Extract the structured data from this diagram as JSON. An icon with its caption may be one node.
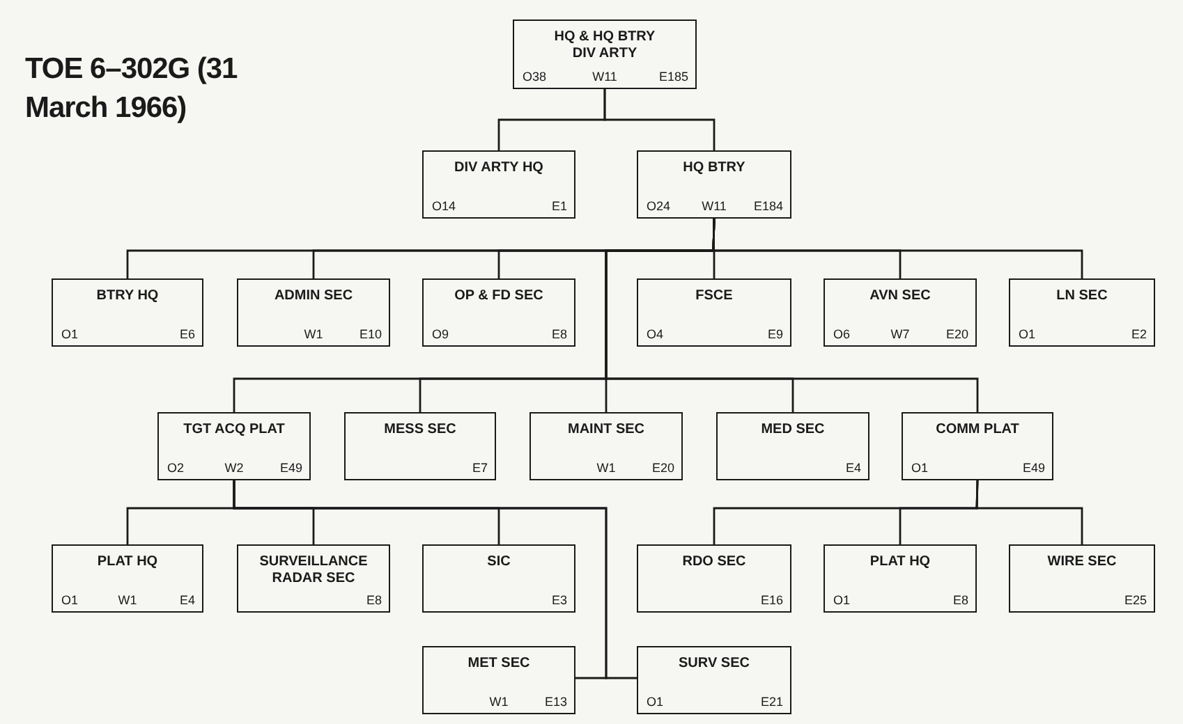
{
  "diagram": {
    "title": "TOE 6–302G (31 March 1966)",
    "nodes": [
      {
        "text": [
          "HQ & HQ BTRY DIV ARTY",
          "O38",
          "W11",
          "E185"
        ]
      },
      {
        "text": [
          "DIV ARTY HQ",
          "O14",
          "E1"
        ]
      },
      {
        "text": [
          "HQ BTRY",
          "O24",
          "W11",
          "E184"
        ]
      },
      {
        "text": [
          "BTRY HQ",
          "O1",
          "E6"
        ]
      },
      {
        "text": [
          "ADMIN SEC",
          "W1",
          "E10"
        ]
      },
      {
        "text": [
          "OP & FD SEC",
          "O9",
          "E8"
        ]
      },
      {
        "text": [
          "FSCE",
          "O4",
          "E9"
        ]
      },
      {
        "text": [
          "AVN SEC",
          "O6",
          "W7",
          "E20"
        ]
      },
      {
        "text": [
          "LN SEC",
          "O1",
          "E2"
        ]
      },
      {
        "text": [
          "TGT ACQ PLAT",
          "O2",
          "W2",
          "E49"
        ]
      },
      {
        "text": [
          "MESS SEC",
          "E7"
        ]
      },
      {
        "text": [
          "MAINT SEC",
          "W1",
          "E20"
        ]
      },
      {
        "text": [
          "MED SEC",
          "E4"
        ]
      },
      {
        "text": [
          "COMM PLAT",
          "O1",
          "E49"
        ]
      },
      {
        "text": [
          "PLAT HQ",
          "O1",
          "W1",
          "E4"
        ]
      },
      {
        "text": [
          "SURVEILLANCE RADAR SEC",
          "E8"
        ]
      },
      {
        "text": [
          "SIC",
          "E3"
        ]
      },
      {
        "text": [
          "RDO SEC",
          "E16"
        ]
      },
      {
        "text": [
          "PLAT HQ",
          "O1",
          "E8"
        ]
      },
      {
        "text": [
          "WIRE SEC",
          "E25"
        ]
      },
      {
        "text": [
          "MET SEC",
          "W1",
          "E13"
        ]
      },
      {
        "text": [
          "SURV SEC",
          "O1",
          "E21"
        ]
      }
    ],
    "edges": [
      {
        "from": 0,
        "to": 1,
        "arrow": "none"
      },
      {
        "from": 0,
        "to": 2,
        "arrow": "none"
      },
      {
        "from": 2,
        "to": 3,
        "arrow": "none"
      },
      {
        "from": 2,
        "to": 4,
        "arrow": "none"
      },
      {
        "from": 2,
        "to": 5,
        "arrow": "none"
      },
      {
        "from": 2,
        "to": 6,
        "arrow": "none"
      },
      {
        "from": 2,
        "to": 7,
        "arrow": "none"
      },
      {
        "from": 2,
        "to": 8,
        "arrow": "none"
      },
      {
        "from": 2,
        "to": 9,
        "arrow": "none"
      },
      {
        "from": 2,
        "to": 10,
        "arrow": "none"
      },
      {
        "from": 2,
        "to": 11,
        "arrow": "none"
      },
      {
        "from": 2,
        "to": 12,
        "arrow": "none"
      },
      {
        "from": 2,
        "to": 13,
        "arrow": "none"
      },
      {
        "from": 9,
        "to": 14,
        "arrow": "none"
      },
      {
        "from": 9,
        "to": 15,
        "arrow": "none"
      },
      {
        "from": 9,
        "to": 16,
        "arrow": "none"
      },
      {
        "from": 9,
        "to": 20,
        "arrow": "none"
      },
      {
        "from": 9,
        "to": 21,
        "arrow": "none"
      },
      {
        "from": 13,
        "to": 17,
        "arrow": "none"
      },
      {
        "from": 13,
        "to": 18,
        "arrow": "none"
      },
      {
        "from": 13,
        "to": 19,
        "arrow": "none"
      }
    ]
  }
}
